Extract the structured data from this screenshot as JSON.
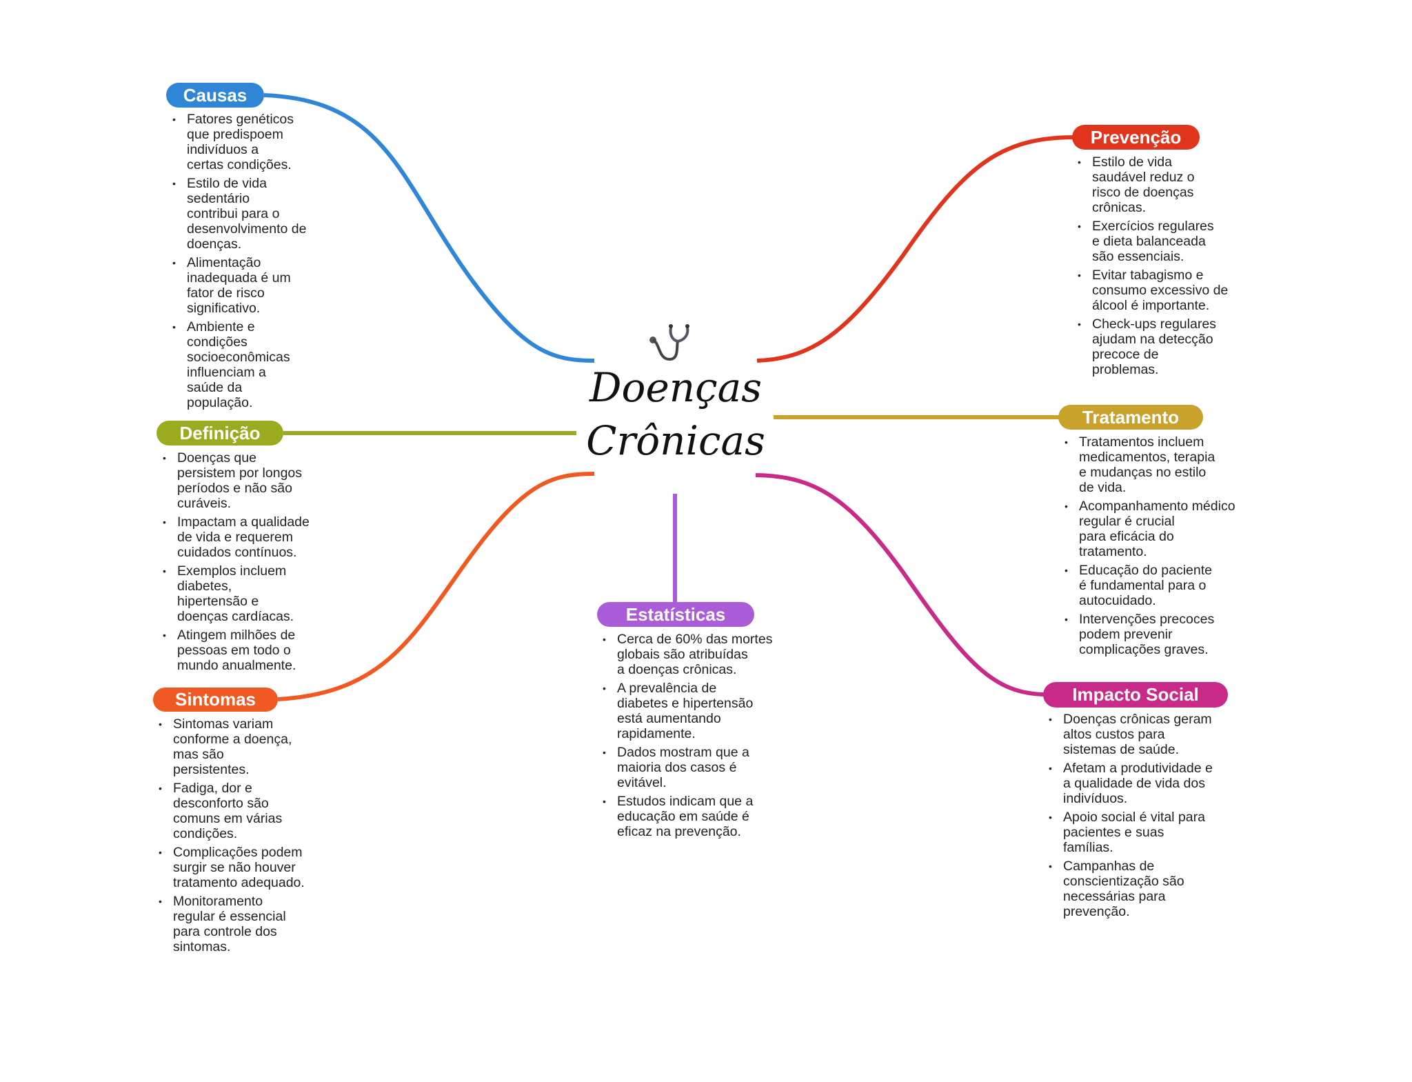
{
  "center": {
    "title_line1": "Doenças",
    "title_line2": "Crônicas",
    "icon": "stethoscope-icon"
  },
  "branches": [
    {
      "id": "causas",
      "label": "Causas",
      "color": "#2f86d6",
      "items": [
        [
          "Fatores genéticos",
          "que predispoem",
          "indivíduos a",
          "certas condições."
        ],
        [
          "Estilo de vida",
          "sedentário",
          "contribui para o",
          "desenvolvimento de",
          "doenças."
        ],
        [
          "Alimentação",
          "inadequada é um",
          "fator de risco",
          "significativo."
        ],
        [
          "Ambiente e",
          "condições",
          "socioeconômicas",
          "influenciam a",
          "saúde da",
          "população."
        ]
      ]
    },
    {
      "id": "definicao",
      "label": "Definição",
      "color": "#9aab1f",
      "items": [
        [
          "Doenças que",
          "persistem por longos",
          "períodos e não são",
          "curáveis."
        ],
        [
          "Impactam a qualidade",
          "de vida e requerem",
          "cuidados contínuos."
        ],
        [
          "Exemplos incluem",
          "diabetes,",
          "hipertensão e",
          "doenças cardíacas."
        ],
        [
          "Atingem milhões de",
          "pessoas em todo o",
          "mundo anualmente."
        ]
      ]
    },
    {
      "id": "sintomas",
      "label": "Sintomas",
      "color": "#f05a22",
      "items": [
        [
          "Sintomas variam",
          "conforme a doença,",
          "mas são",
          "persistentes."
        ],
        [
          "Fadiga, dor e",
          "desconforto são",
          "comuns em várias",
          "condições."
        ],
        [
          "Complicações podem",
          "surgir se não houver",
          "tratamento adequado."
        ],
        [
          "Monitoramento",
          "regular é essencial",
          "para controle dos",
          "sintomas."
        ]
      ]
    },
    {
      "id": "estatisticas",
      "label": "Estatísticas",
      "color": "#a95bd8",
      "items": [
        [
          "Cerca de 60% das mortes",
          "globais são atribuídas",
          "a doenças crônicas."
        ],
        [
          "A prevalência de",
          "diabetes e hipertensão",
          "está aumentando",
          "rapidamente."
        ],
        [
          "Dados mostram que a",
          "maioria dos casos é",
          "evitável."
        ],
        [
          "Estudos indicam que a",
          "educação em saúde é",
          "eficaz na prevenção."
        ]
      ]
    },
    {
      "id": "prevencao",
      "label": "Prevenção",
      "color": "#e0341c",
      "items": [
        [
          "Estilo de vida",
          "saudável reduz o",
          "risco de doenças",
          "crônicas."
        ],
        [
          "Exercícios regulares",
          "e dieta balanceada",
          "são essenciais."
        ],
        [
          "Evitar tabagismo e",
          "consumo excessivo de",
          "álcool é importante."
        ],
        [
          "Check-ups regulares",
          "ajudam na detecção",
          "precoce de",
          "problemas."
        ]
      ]
    },
    {
      "id": "tratamento",
      "label": "Tratamento",
      "color": "#c9a22c",
      "items": [
        [
          "Tratamentos incluem",
          "medicamentos, terapia",
          "e mudanças no estilo",
          "de vida."
        ],
        [
          "Acompanhamento médico",
          "regular é crucial",
          "para eficácia do",
          "tratamento."
        ],
        [
          "Educação do paciente",
          "é fundamental para o",
          "autocuidado."
        ],
        [
          "Intervenções precoces",
          "podem prevenir",
          "complicações graves."
        ]
      ]
    },
    {
      "id": "impacto",
      "label": "Impacto Social",
      "color": "#c92a8a",
      "items": [
        [
          "Doenças crônicas geram",
          "altos custos para",
          "sistemas de saúde."
        ],
        [
          "Afetam a produtividade e",
          "a qualidade de vida dos",
          "indivíduos."
        ],
        [
          "Apoio social é vital para",
          "pacientes e suas",
          "famílias."
        ],
        [
          "Campanhas de",
          "conscientização são",
          "necessárias para",
          "prevenção."
        ]
      ]
    }
  ]
}
